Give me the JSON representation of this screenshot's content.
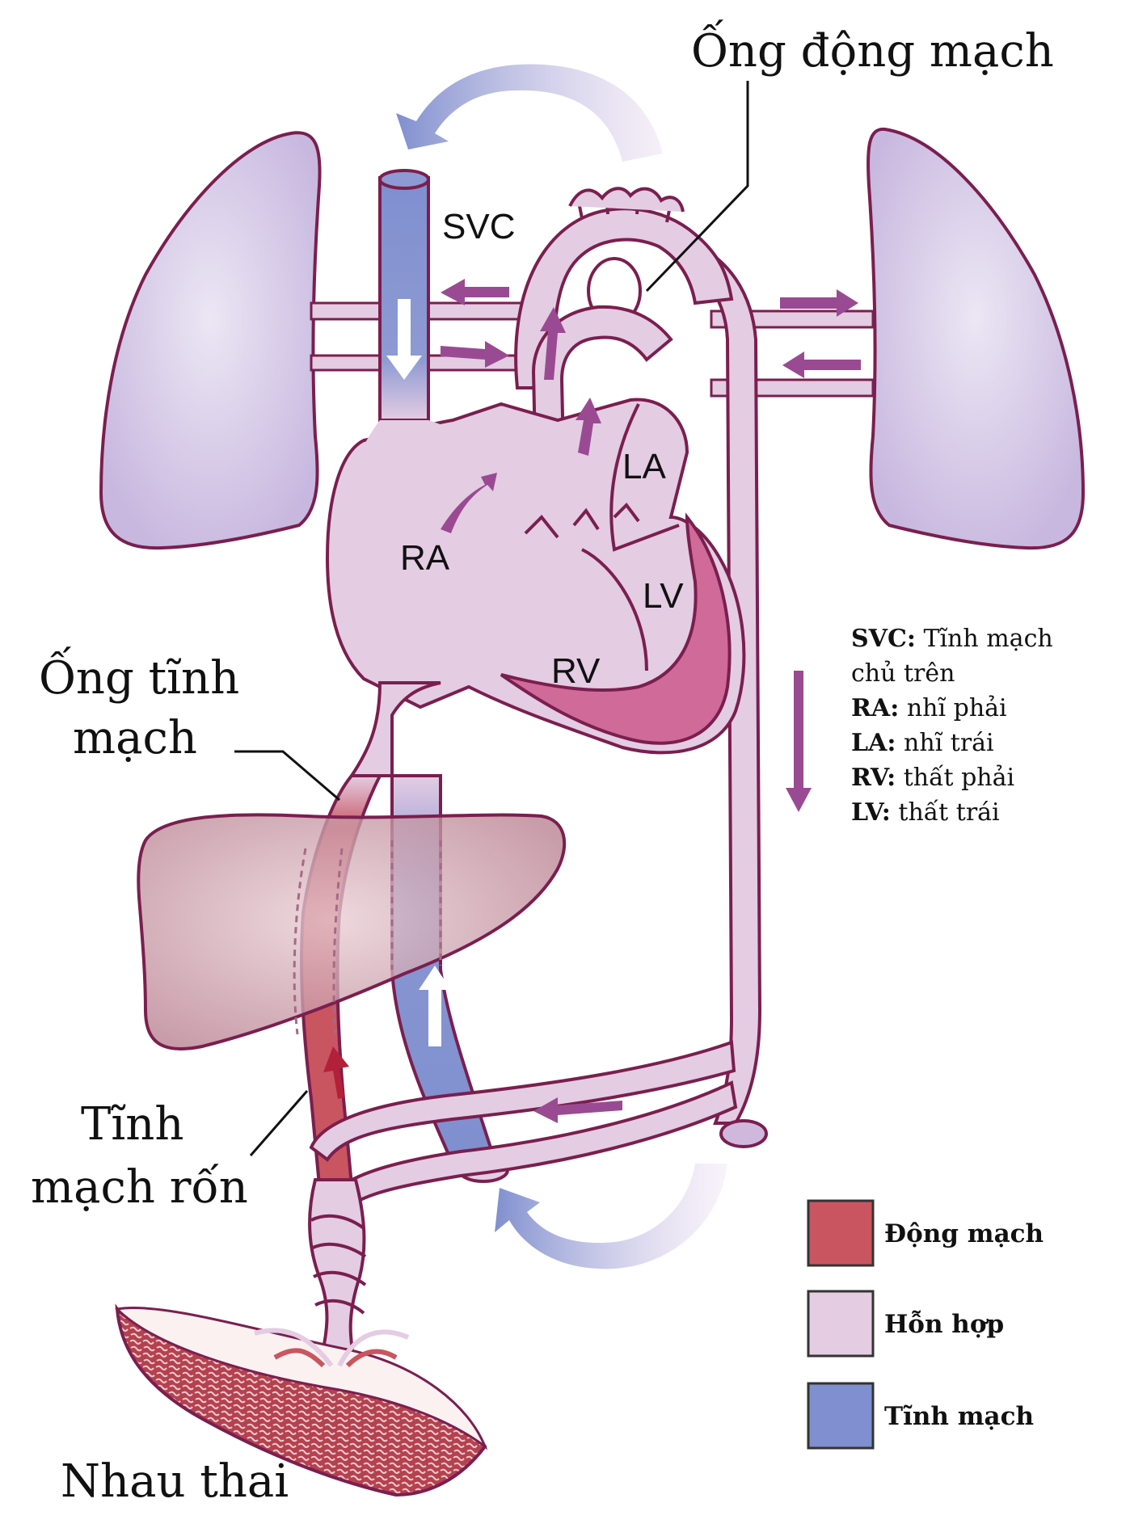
{
  "labels": {
    "ductus_arteriosus": "Ống động mạch",
    "ductus_venosus_line1": "Ống tĩnh",
    "ductus_venosus_line2": "mạch",
    "umbilical_vein_line1": "Tĩnh",
    "umbilical_vein_line2": "mạch rốn",
    "placenta": "Nhau thai",
    "svc": "SVC",
    "ra": "RA",
    "la": "LA",
    "lv": "LV",
    "rv": "RV"
  },
  "abbreviations": [
    {
      "term": "SVC:",
      "meaning": "Tĩnh mạch"
    },
    {
      "term": "",
      "meaning": "chủ trên"
    },
    {
      "term": "RA:",
      "meaning": "nhĩ phải"
    },
    {
      "term": "LA:",
      "meaning": "nhĩ trái"
    },
    {
      "term": "RV:",
      "meaning": "thất phải"
    },
    {
      "term": "LV:",
      "meaning": "thất trái"
    }
  ],
  "legend": [
    {
      "label": "Động mạch",
      "color": "#c95560"
    },
    {
      "label": "Hỗn hợp",
      "color": "#e4cce3"
    },
    {
      "label": "Tĩnh mạch",
      "color": "#7f8fcf"
    }
  ],
  "colors": {
    "mixed": "#e4cce3",
    "outline": "#7a1f4f",
    "artery": "#c95560",
    "vein": "#7f8fcf",
    "lung": "#d8cde9",
    "liver": "#c99aa8",
    "arrow": "#9a4a92",
    "muscle": "#d06a98"
  }
}
